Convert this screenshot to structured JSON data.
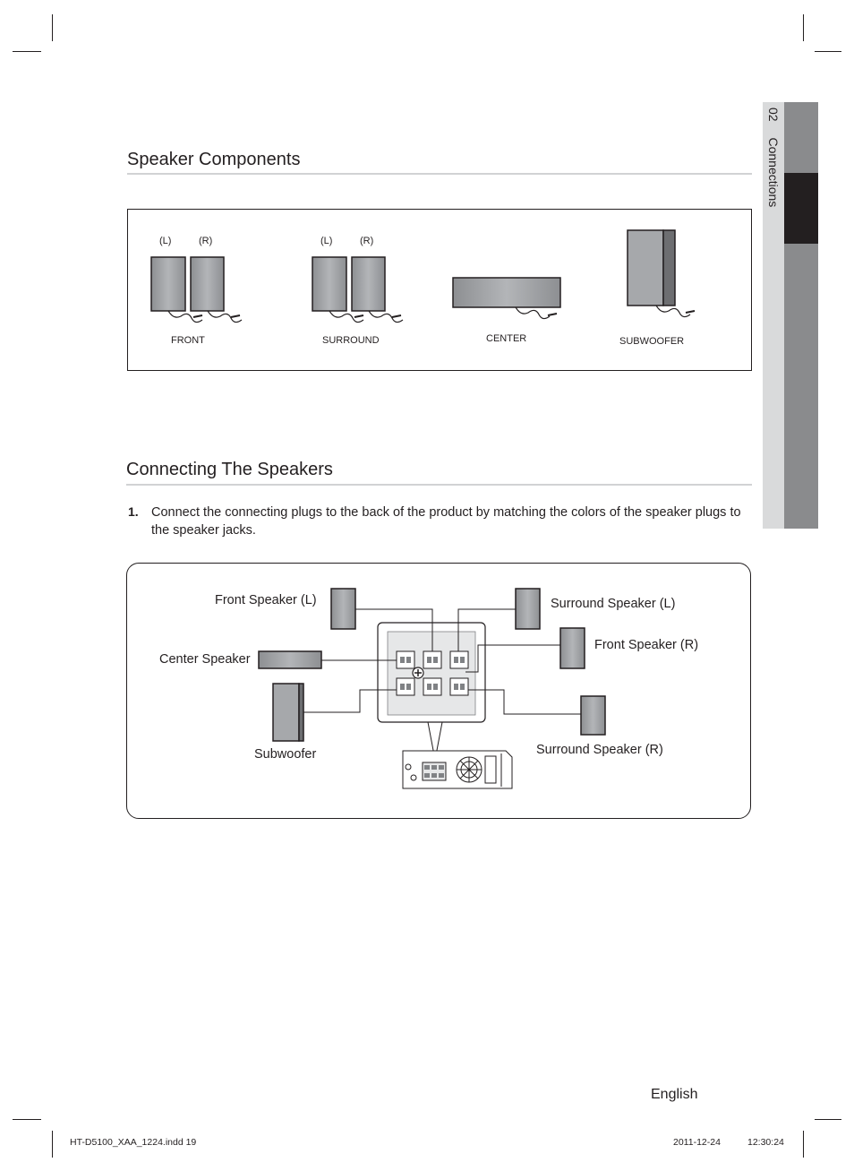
{
  "side_tab": {
    "number": "02",
    "label": "Connections"
  },
  "speaker_components": {
    "title": "Speaker Components",
    "front": {
      "left_tag": "(L)",
      "right_tag": "(R)",
      "label": "FRONT"
    },
    "surround": {
      "left_tag": "(L)",
      "right_tag": "(R)",
      "label": "SURROUND"
    },
    "center": {
      "label": "CENTER"
    },
    "subwoofer": {
      "label": "SUBWOOFER"
    }
  },
  "connecting": {
    "title": "Connecting The Speakers",
    "step_number": "1.",
    "step_text": "Connect the connecting plugs to the back of the product by matching the colors of the speaker plugs to the speaker jacks."
  },
  "diagram": {
    "front_left": "Front Speaker (L)",
    "surround_left": "Surround Speaker (L)",
    "front_right": "Front Speaker (R)",
    "center": "Center Speaker",
    "subwoofer": "Subwoofer",
    "surround_right": "Surround Speaker (R)"
  },
  "footer": {
    "language": "English",
    "file": "HT-D5100_XAA_1224.indd   19",
    "date": "2011-12-24",
    "time": "12:30:24"
  },
  "colors": {
    "rule": "#d1d2d4",
    "speaker": "#a6a8ab",
    "tab_dark": "#8a8b8d",
    "tab_light": "#d9dadb"
  }
}
